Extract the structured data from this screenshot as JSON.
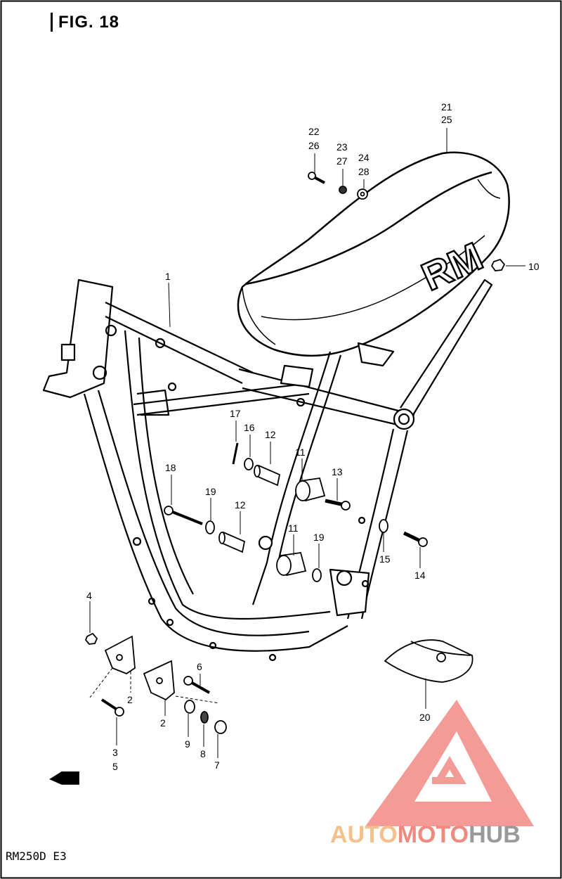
{
  "figure": {
    "title": "FIG. 18",
    "model_code": "RM250D E3",
    "seat_logo": "RM"
  },
  "callouts": [
    {
      "id": "c21",
      "text": "21"
    },
    {
      "id": "c25",
      "text": "25"
    },
    {
      "id": "c22",
      "text": "22"
    },
    {
      "id": "c26",
      "text": "26"
    },
    {
      "id": "c23",
      "text": "23"
    },
    {
      "id": "c27",
      "text": "27"
    },
    {
      "id": "c24",
      "text": "24"
    },
    {
      "id": "c28",
      "text": "28"
    },
    {
      "id": "c10",
      "text": "10"
    },
    {
      "id": "c1",
      "text": "1"
    },
    {
      "id": "c17",
      "text": "17"
    },
    {
      "id": "c16",
      "text": "16"
    },
    {
      "id": "c12a",
      "text": "12"
    },
    {
      "id": "c11a",
      "text": "11"
    },
    {
      "id": "c13",
      "text": "13"
    },
    {
      "id": "c18",
      "text": "18"
    },
    {
      "id": "c19a",
      "text": "19"
    },
    {
      "id": "c12b",
      "text": "12"
    },
    {
      "id": "c11b",
      "text": "11"
    },
    {
      "id": "c19b",
      "text": "19"
    },
    {
      "id": "c15",
      "text": "15"
    },
    {
      "id": "c14",
      "text": "14"
    },
    {
      "id": "c4",
      "text": "4"
    },
    {
      "id": "c2a",
      "text": "2"
    },
    {
      "id": "c6",
      "text": "6"
    },
    {
      "id": "c2b",
      "text": "2"
    },
    {
      "id": "c3",
      "text": "3"
    },
    {
      "id": "c5",
      "text": "5"
    },
    {
      "id": "c9",
      "text": "9"
    },
    {
      "id": "c8",
      "text": "8"
    },
    {
      "id": "c7",
      "text": "7"
    },
    {
      "id": "c20",
      "text": "20"
    }
  ],
  "watermark": {
    "part1": "AUTO",
    "part2": "MOTO",
    "part3": "HUB",
    "color_auto": "#f5c08a",
    "color_moto": "#f08a80",
    "color_hub": "#9a9a9a",
    "color_triangle": "#f28a86"
  }
}
